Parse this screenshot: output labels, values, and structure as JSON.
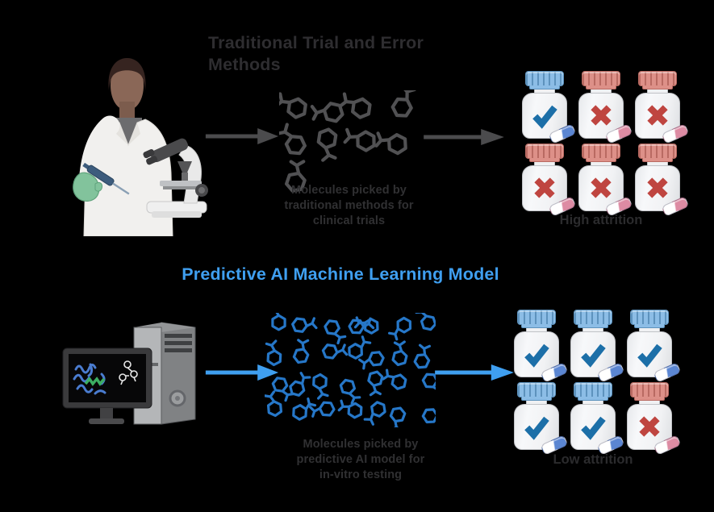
{
  "figure": {
    "kind": "drug-discovery comparison diagram"
  },
  "sections": [
    {
      "id": "traditional",
      "title": "Traditional Trial and Error\nMethods",
      "caption": "Molecules picked by\ntraditional methods for\nclinical trials",
      "attrition_label": "High attrition",
      "molecule_count": 9,
      "bottles": [
        "pass",
        "fail",
        "fail",
        "fail",
        "fail",
        "fail"
      ]
    },
    {
      "id": "ai",
      "title": "Predictive AI Machine Learning Model",
      "caption": "Molecules picked by\npredictive AI model for\nin-vitro testing",
      "attrition_label": "Low attrition",
      "molecule_count": 28,
      "bottles": [
        "pass",
        "pass",
        "pass",
        "pass",
        "pass",
        "fail"
      ]
    }
  ],
  "colors": {
    "background": "#000000",
    "traditional-title": "#2e2d30",
    "traditional-accent": "#4b4b4d",
    "traditional-molecule": "#515153",
    "ai-accent": "#3f9ff0",
    "ai-molecule": "#2677c8",
    "caption-text": "#303032",
    "attrition-text": "#2b2b2d",
    "pass-cap": "#8cbde6",
    "pass-cap-dark": "#5d92bd",
    "pass-mark": "#1c6fa8",
    "pass-pill": "#5b86d2",
    "fail-cap": "#dd9088",
    "fail-cap-dark": "#b96a62",
    "fail-mark": "#bf4540",
    "fail-pill": "#dd8ba3",
    "bottle-body": "#f2f3f5",
    "bottle-border": "#c0c2c6"
  }
}
